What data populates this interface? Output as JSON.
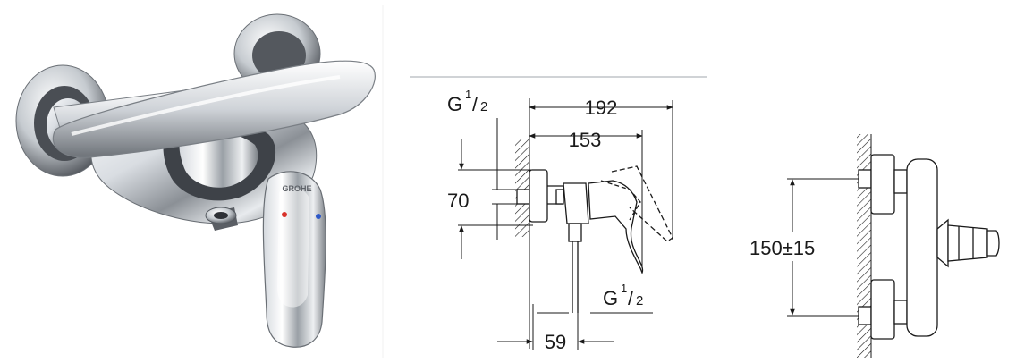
{
  "product_image": {
    "brand_mark": "GROHE"
  },
  "side_view": {
    "thread_top": {
      "base": "G",
      "numerator": "1",
      "denominator": "2"
    },
    "thread_bottom": {
      "base": "G",
      "numerator": "1",
      "denominator": "2"
    },
    "dims": {
      "overall_depth": "192",
      "body_depth": "153",
      "outlet_height": "70",
      "outlet_offset": "59"
    }
  },
  "front_view": {
    "dims": {
      "center_distance": "150±15"
    }
  },
  "colors": {
    "line": "#1a1a1a",
    "chrome_dark": "#3a3d42",
    "chrome_light": "#f2f4f6",
    "hot_dot": "#d8322a",
    "cold_dot": "#2d58c8"
  }
}
